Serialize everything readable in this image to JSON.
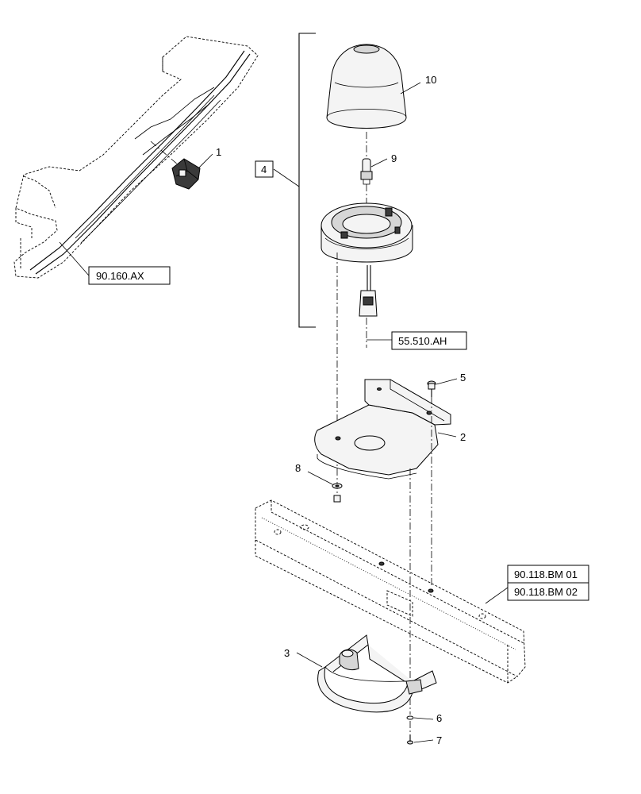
{
  "callouts": {
    "c1": "1",
    "c2": "2",
    "c3": "3",
    "c4": "4",
    "c5": "5",
    "c6": "6",
    "c7": "7",
    "c8": "8",
    "c9": "9",
    "c10": "10"
  },
  "references": {
    "ref_roof": "90.160.AX",
    "ref_harness": "55.510.AH",
    "ref_bracket_1": "90.118.BM 01",
    "ref_bracket_2": "90.118.BM 02"
  }
}
